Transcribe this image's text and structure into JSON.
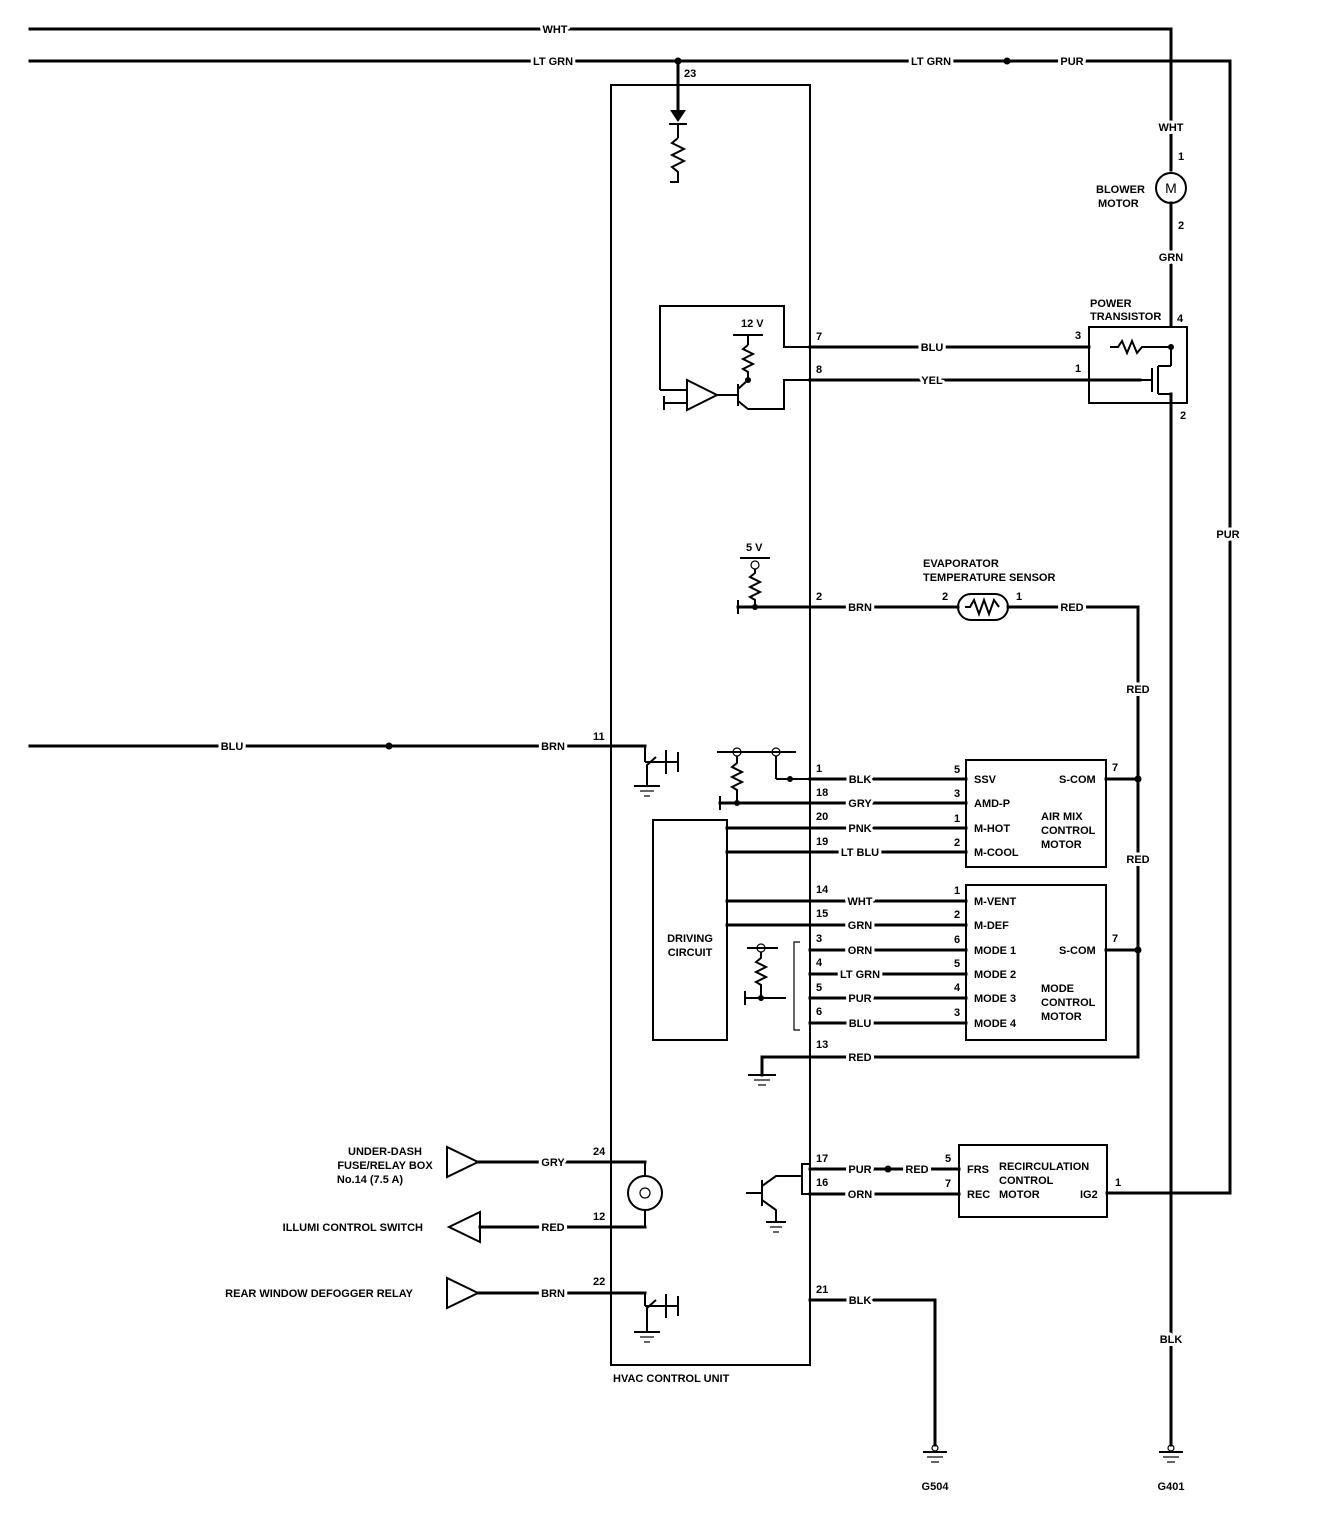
{
  "top_wires": {
    "wht": "WHT",
    "lt_grn_1": "LT GRN",
    "lt_grn_2": "LT GRN",
    "pur_top": "PUR",
    "pur_side": "PUR",
    "wht_blower": "WHT"
  },
  "hvac_unit": {
    "label": "HVAC CONTROL UNIT"
  },
  "supply": {
    "v12": "12 V",
    "v5": "5 V"
  },
  "blower_motor": {
    "label_1": "BLOWER",
    "label_2": "MOTOR",
    "symbol": "M",
    "pin_1": "1",
    "pin_2": "2",
    "out_wire": "GRN"
  },
  "power_transistor": {
    "label_1": "POWER",
    "label_2": "TRANSISTOR",
    "pin_3": "3",
    "pin_4": "4",
    "pin_1": "1",
    "pin_2": "2"
  },
  "evap_sensor": {
    "label_1": "EVAPORATOR",
    "label_2": "TEMPERATURE SENSOR",
    "pin_2": "2",
    "pin_1": "1"
  },
  "air_mix_motor": {
    "label_1": "AIR MIX",
    "label_2": "CONTROL",
    "label_3": "MOTOR",
    "terminals": [
      "SSV",
      "AMD-P",
      "M-HOT",
      "M-COOL"
    ],
    "pins": [
      "5",
      "3",
      "1",
      "2"
    ],
    "com": "S-COM",
    "com_pin": "7"
  },
  "mode_motor": {
    "label_1": "MODE",
    "label_2": "CONTROL",
    "label_3": "MOTOR",
    "terminals": [
      "M-VENT",
      "M-DEF",
      "MODE 1",
      "MODE 2",
      "MODE 3",
      "MODE 4"
    ],
    "pins": [
      "1",
      "2",
      "6",
      "5",
      "4",
      "3"
    ],
    "com": "S-COM",
    "com_pin": "7"
  },
  "recirc_motor": {
    "label_1": "RECIRCULATION",
    "label_2": "CONTROL",
    "label_3": "MOTOR",
    "terminals": [
      "FRS",
      "REC",
      "IG2"
    ],
    "pins": [
      "5",
      "7",
      "1"
    ]
  },
  "driving_circuit": {
    "label_1": "DRIVING",
    "label_2": "CIRCUIT"
  },
  "terminals": [
    {
      "pin": "23",
      "wire": ""
    },
    {
      "pin": "7",
      "wire": "BLU"
    },
    {
      "pin": "8",
      "wire": "YEL"
    },
    {
      "pin": "2",
      "wire": "BRN"
    },
    {
      "pin": "11",
      "wire": "BRN"
    },
    {
      "pin": "1",
      "wire": "BLK"
    },
    {
      "pin": "18",
      "wire": "GRY"
    },
    {
      "pin": "20",
      "wire": "PNK"
    },
    {
      "pin": "19",
      "wire": "LT BLU"
    },
    {
      "pin": "14",
      "wire": "WHT"
    },
    {
      "pin": "15",
      "wire": "GRN"
    },
    {
      "pin": "3",
      "wire": "ORN"
    },
    {
      "pin": "4",
      "wire": "LT GRN"
    },
    {
      "pin": "5",
      "wire": "PUR"
    },
    {
      "pin": "6",
      "wire": "BLU"
    },
    {
      "pin": "13",
      "wire": "RED"
    },
    {
      "pin": "17",
      "wire": "PUR"
    },
    {
      "pin": "16",
      "wire": "ORN"
    },
    {
      "pin": "24",
      "wire": "GRY"
    },
    {
      "pin": "12",
      "wire": "RED"
    },
    {
      "pin": "22",
      "wire": "BRN"
    },
    {
      "pin": "21",
      "wire": "BLK"
    }
  ],
  "misc_wires": {
    "red_sensor": "RED",
    "red_vert_1": "RED",
    "red_vert_2": "RED",
    "blu_left": "BLU",
    "red_recirc": "RED",
    "blk_right": "BLK"
  },
  "left_connections": {
    "under_dash_1": "UNDER-DASH",
    "under_dash_2": "FUSE/RELAY BOX",
    "under_dash_3": "No.14 (7.5 A)",
    "illumi": "ILLUMI CONTROL SWITCH",
    "rear_defogger": "REAR WINDOW DEFOGGER RELAY"
  },
  "grounds": {
    "g504": "G504",
    "g401": "G401"
  }
}
